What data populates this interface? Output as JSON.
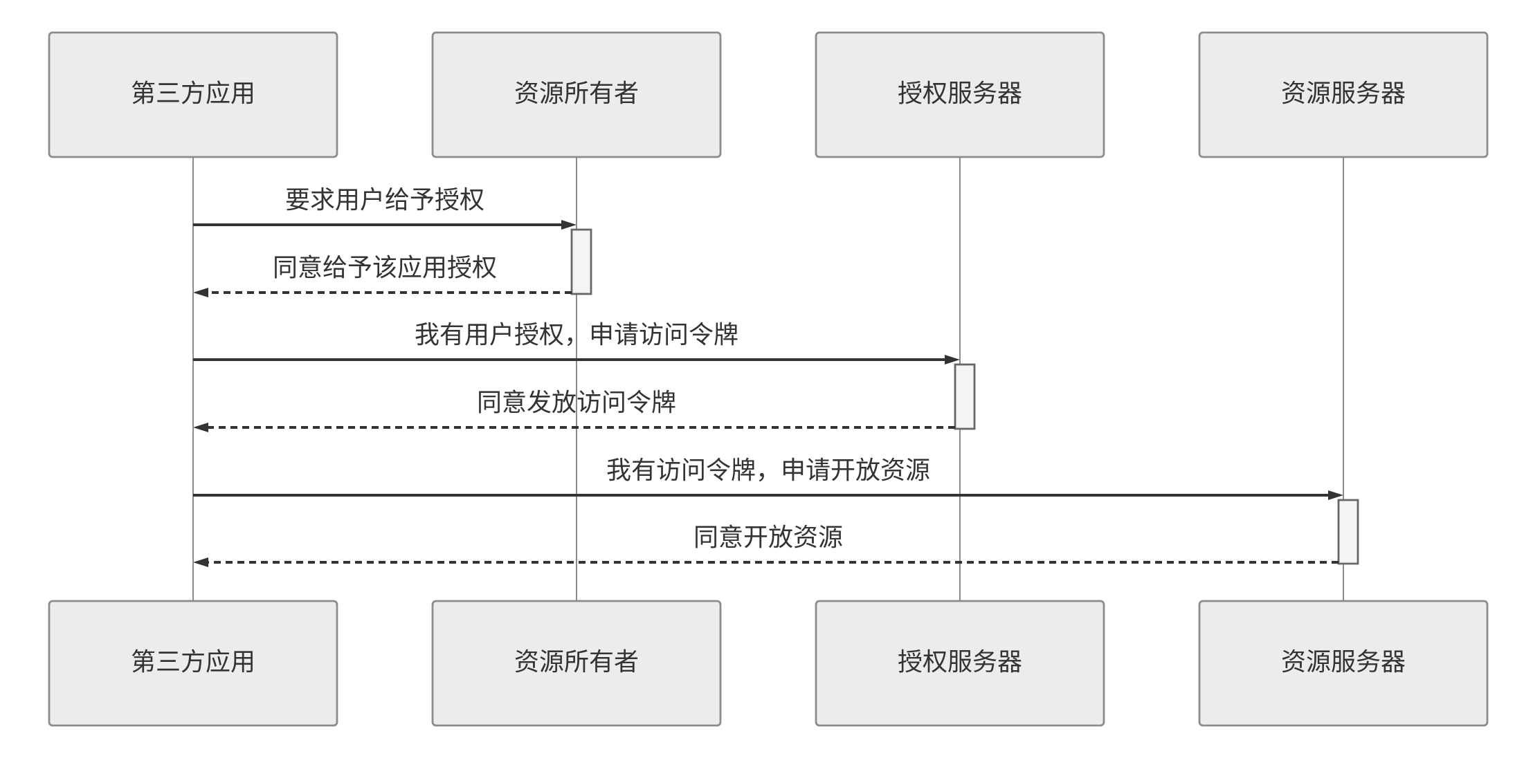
{
  "participants": [
    {
      "id": "client",
      "label": "第三方应用"
    },
    {
      "id": "owner",
      "label": "资源所有者"
    },
    {
      "id": "authserver",
      "label": "授权服务器"
    },
    {
      "id": "resserver",
      "label": "资源服务器"
    }
  ],
  "messages": [
    {
      "from": "client",
      "to": "owner",
      "label": "要求用户给予授权",
      "style": "solid"
    },
    {
      "from": "owner",
      "to": "client",
      "label": "同意给予该应用授权",
      "style": "dashed"
    },
    {
      "from": "client",
      "to": "authserver",
      "label": "我有用户授权，申请访问令牌",
      "style": "solid"
    },
    {
      "from": "authserver",
      "to": "client",
      "label": "同意发放访问令牌",
      "style": "dashed"
    },
    {
      "from": "client",
      "to": "resserver",
      "label": "我有访问令牌，申请开放资源",
      "style": "solid"
    },
    {
      "from": "resserver",
      "to": "client",
      "label": "同意开放资源",
      "style": "dashed"
    }
  ],
  "colors": {
    "box_fill": "#ececec",
    "box_stroke": "#8c8c8c",
    "line": "#333333",
    "activation_fill": "#f4f4f4"
  }
}
